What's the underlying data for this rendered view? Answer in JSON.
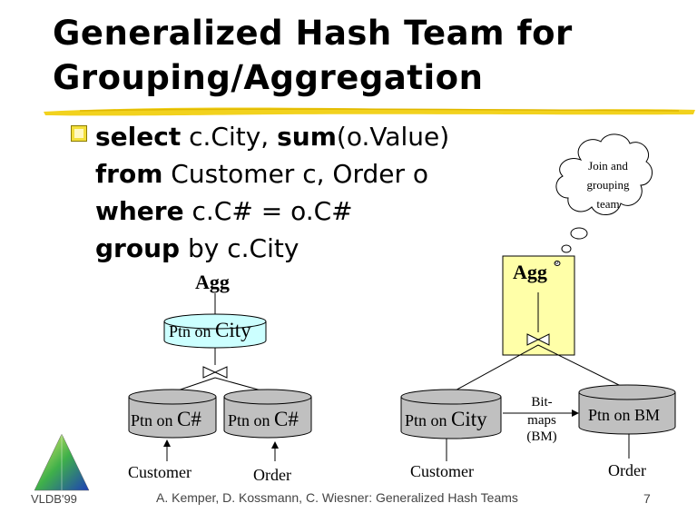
{
  "title": {
    "line1": "Generalized Hash Team for",
    "line2": "Grouping/Aggregation"
  },
  "query": {
    "select_kw": "select",
    "select_rest": " c.City, ",
    "sum_kw": "sum",
    "sum_rest": "(o.Value)",
    "from_kw": "from",
    "from_rest": " Customer c, Order o",
    "where_kw": "where",
    "where_rest": " c.C# = o.C#",
    "group_kw": "group",
    "group_rest": " by c.City"
  },
  "left_plan": {
    "agg": "Agg",
    "ptn_city_prefix": "Ptn on ",
    "ptn_city_suffix": "City",
    "ptn_c1_prefix": "Ptn on ",
    "ptn_c1_suffix": "C#",
    "ptn_c2_prefix": "Ptn on ",
    "ptn_c2_suffix": "C#",
    "customer": "Customer",
    "order": "Order"
  },
  "right_plan": {
    "agg": "Agg",
    "ptn_city_prefix": "Ptn on ",
    "ptn_city_suffix": "City",
    "ptn_bm": "Ptn on BM",
    "bitmaps_line1": "Bit-",
    "bitmaps_line2": "maps",
    "bitmaps_line3": "(BM)",
    "customer": "Customer",
    "order": "Order"
  },
  "thought": {
    "line1": "Join and",
    "line2": "grouping",
    "line3": "team"
  },
  "footer": {
    "left": "VLDB'99",
    "center": "A. Kemper, D. Kossmann, C. Wiesner: Generalized Hash Teams",
    "page": "7"
  },
  "colors": {
    "cylinder": "#c0c0c0",
    "ptn_city_box": "#ccffff",
    "team_box": "#ffffa8",
    "highlight": "#f2d21e"
  }
}
